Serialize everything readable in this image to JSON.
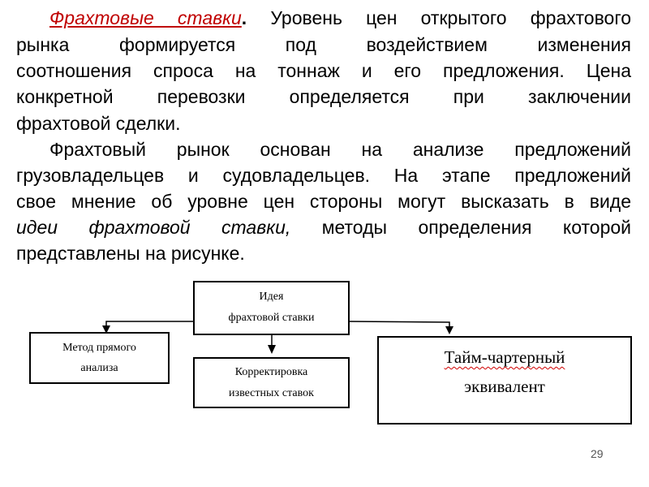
{
  "paragraph1": {
    "term": "Фрахтовые ставки",
    "term_period": ".",
    "lines": [
      " Уровень цен открытого фрахтового",
      "рынка формируется под воздействием изменения",
      "соотношения спроса на тоннаж и его предложения. Цена",
      "конкретной перевозки определяется при заключении",
      "фрахтовой сделки."
    ]
  },
  "paragraph2": {
    "lines": [
      "Фрахтовый рынок основан на анализе предложений",
      "грузовладельцев и судовладельцев. На этапе предложений",
      "свое мнение об уровне цен стороны могут высказать в виде"
    ],
    "italic_phrase": "идеи фрахтовой ставки,",
    "line4_rest": " методы определения которой",
    "line5": "представлены на рисунке."
  },
  "diagram": {
    "root": [
      "Идея",
      "фрахтовой ставки"
    ],
    "left": [
      "Метод прямого",
      "анализа"
    ],
    "middle": [
      "Корректировка",
      "известных ставок"
    ],
    "right": [
      "Тайм-чартерный",
      "эквивалент"
    ]
  },
  "page_number": "29"
}
